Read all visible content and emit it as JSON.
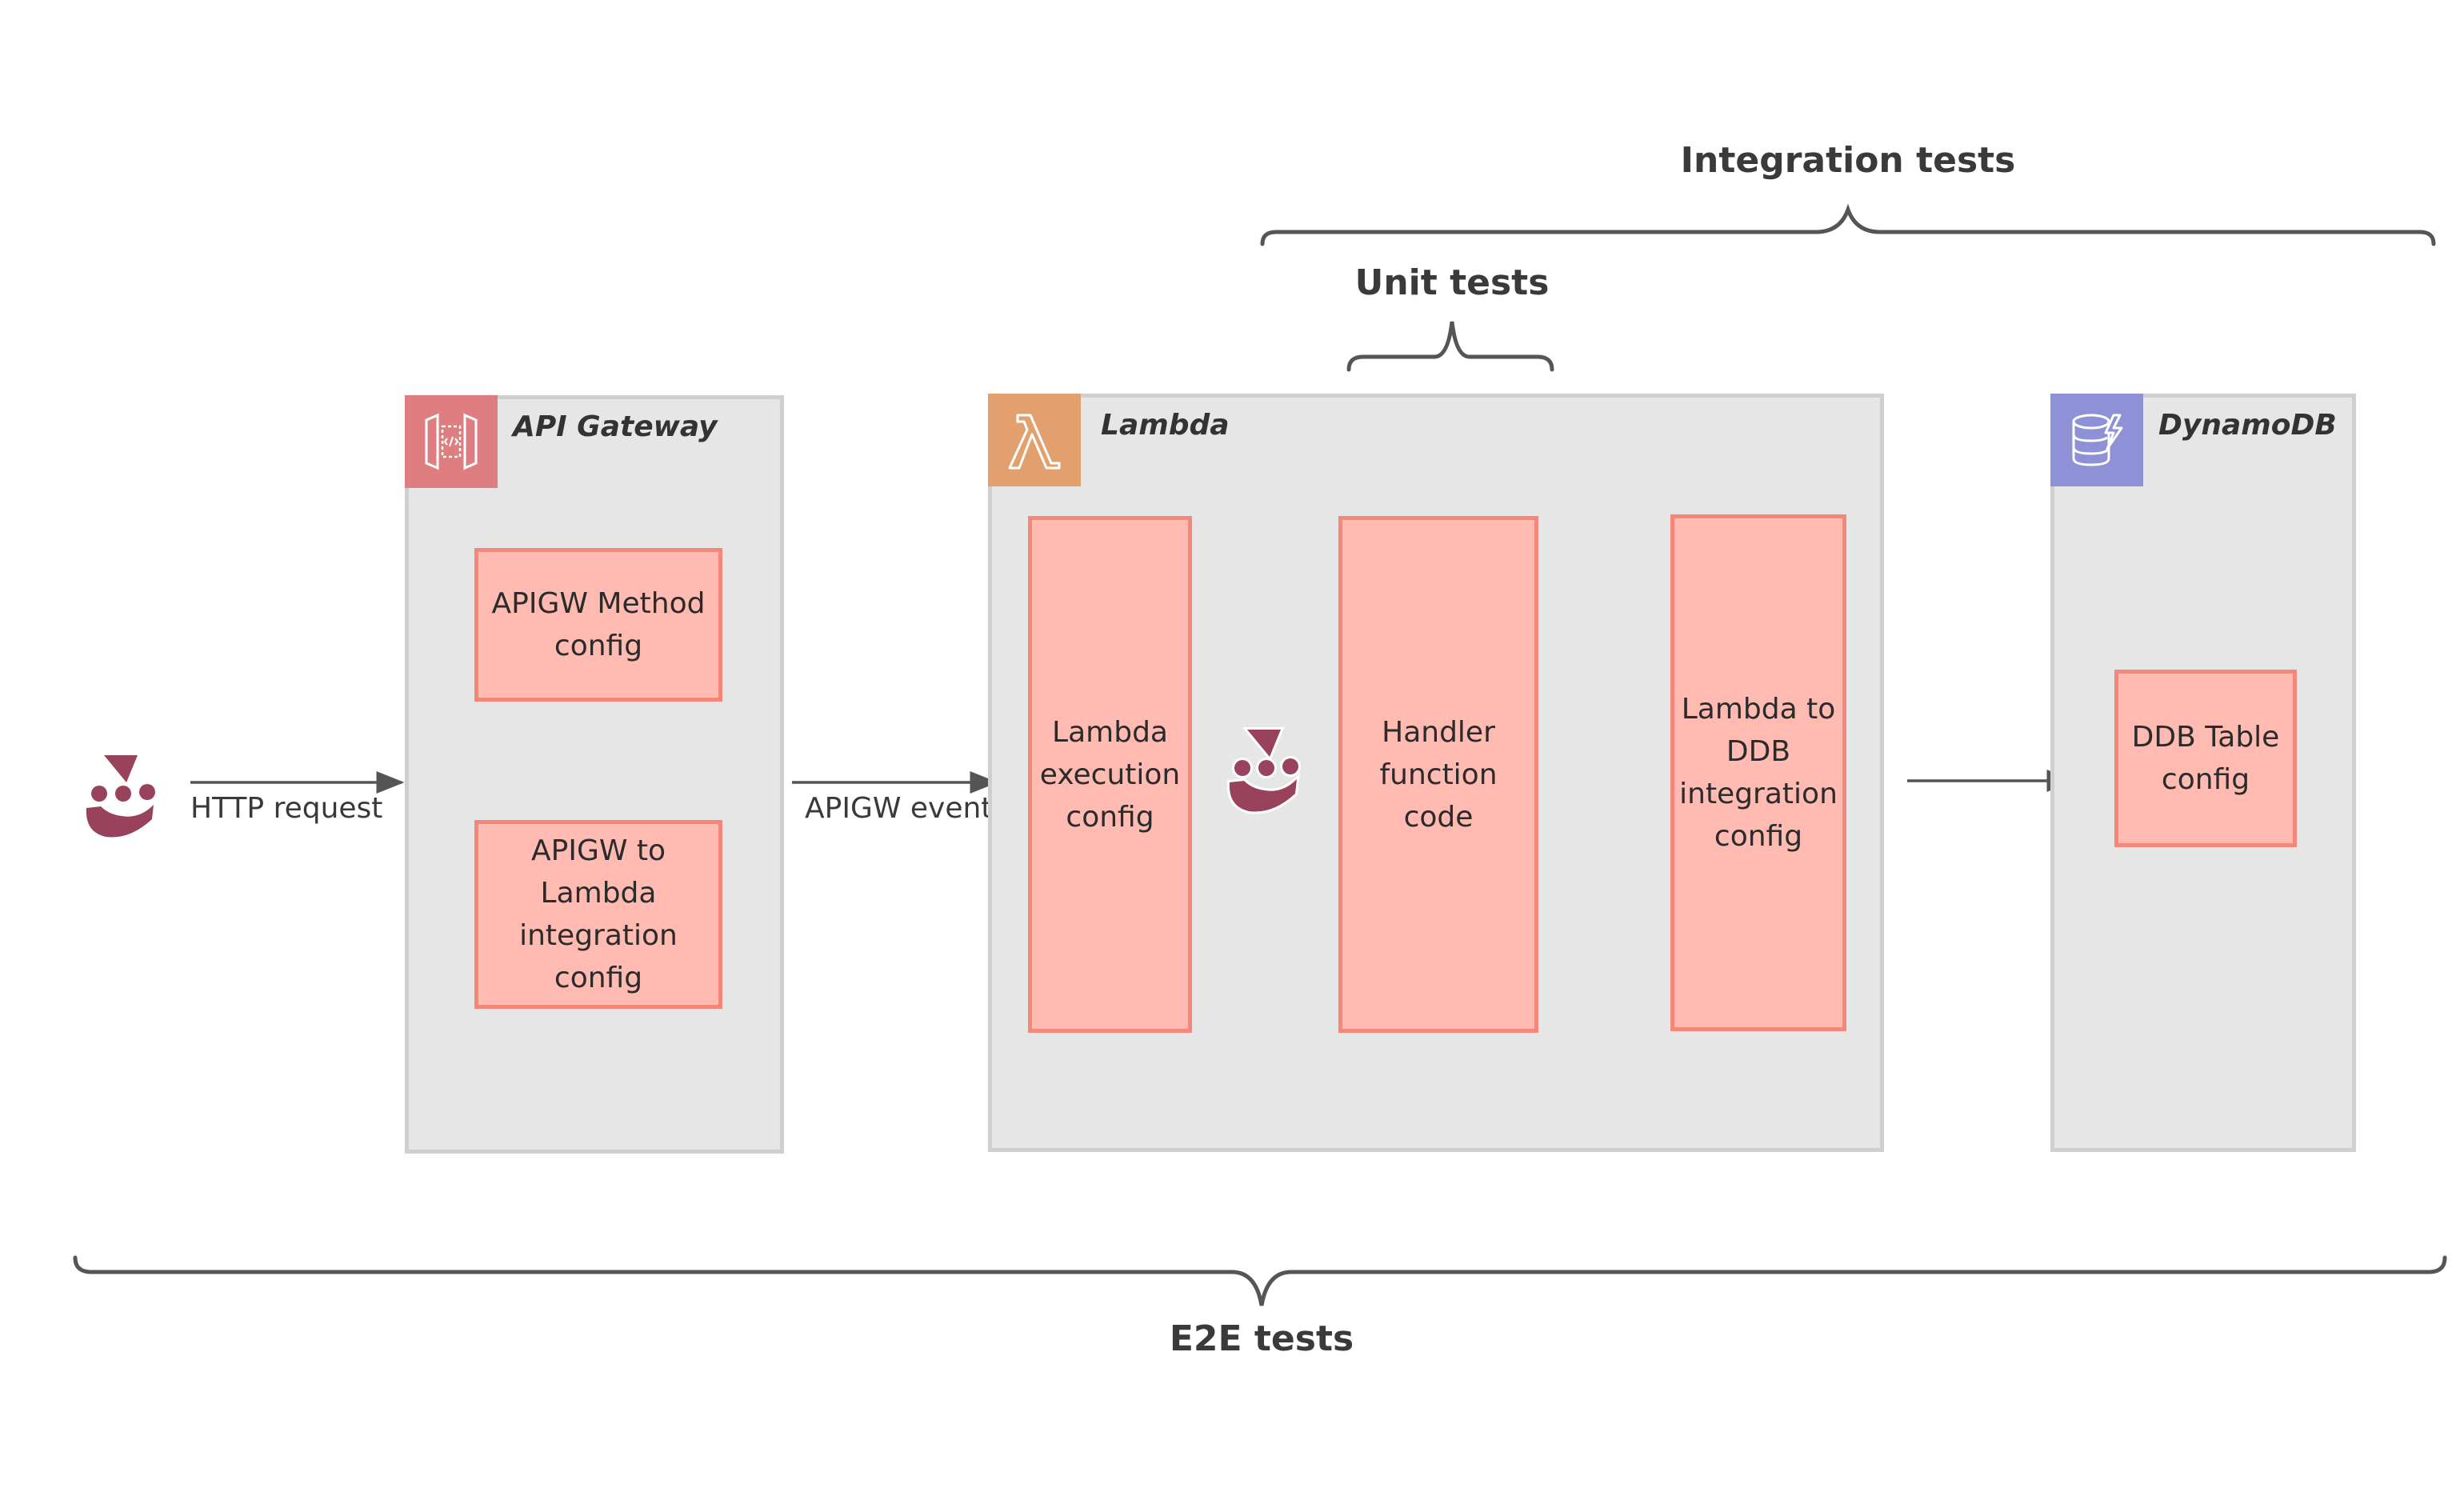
{
  "labels": {
    "integration_tests": "Integration tests",
    "unit_tests": "Unit tests",
    "e2e_tests": "E2E tests",
    "http_request": "HTTP request",
    "apigw_event": "APIGW event"
  },
  "services": {
    "api_gateway": {
      "title": "API Gateway",
      "boxes": [
        "APIGW Method config",
        "APIGW to Lambda integration config"
      ]
    },
    "lambda": {
      "title": "Lambda",
      "boxes": [
        "Lambda execution config",
        "Handler function code",
        "Lambda to DDB integration config"
      ]
    },
    "dynamodb": {
      "title": "DynamoDB",
      "boxes": [
        "DDB Table config"
      ]
    }
  },
  "icons": {
    "jest": "jest-icon",
    "api_gateway": "api-gateway-icon",
    "lambda": "lambda-icon",
    "dynamodb": "dynamodb-icon"
  },
  "colors": {
    "container_fill": "#e6e6e6",
    "container_border": "#cfcfcf",
    "box_fill": "#ffbab1",
    "box_border": "#f4877a",
    "api_gateway_icon_bg": "#df7e80",
    "lambda_icon_bg": "#e3a06f",
    "dynamodb_icon_bg": "#8f91d6",
    "jest_color": "#99425b",
    "bracket_color": "#555555",
    "arrow_color": "#555555"
  }
}
